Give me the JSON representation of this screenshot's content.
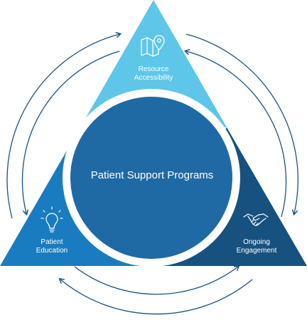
{
  "center": {
    "title": "Patient Support Programs"
  },
  "segments": {
    "top": {
      "line1": "Resource",
      "line2": "Accessibility",
      "icon": "map-pin-icon",
      "color": "#5ec6e8"
    },
    "left": {
      "line1": "Patient",
      "line2": "Education",
      "icon": "lightbulb-icon",
      "color": "#1a7cc0"
    },
    "right": {
      "line1": "Ongoing",
      "line2": "Engagement",
      "icon": "handshake-icon",
      "color": "#17517f"
    }
  },
  "colors": {
    "circle": "#1f6aa5",
    "arrows": "#17517f",
    "background": "#ffffff"
  }
}
